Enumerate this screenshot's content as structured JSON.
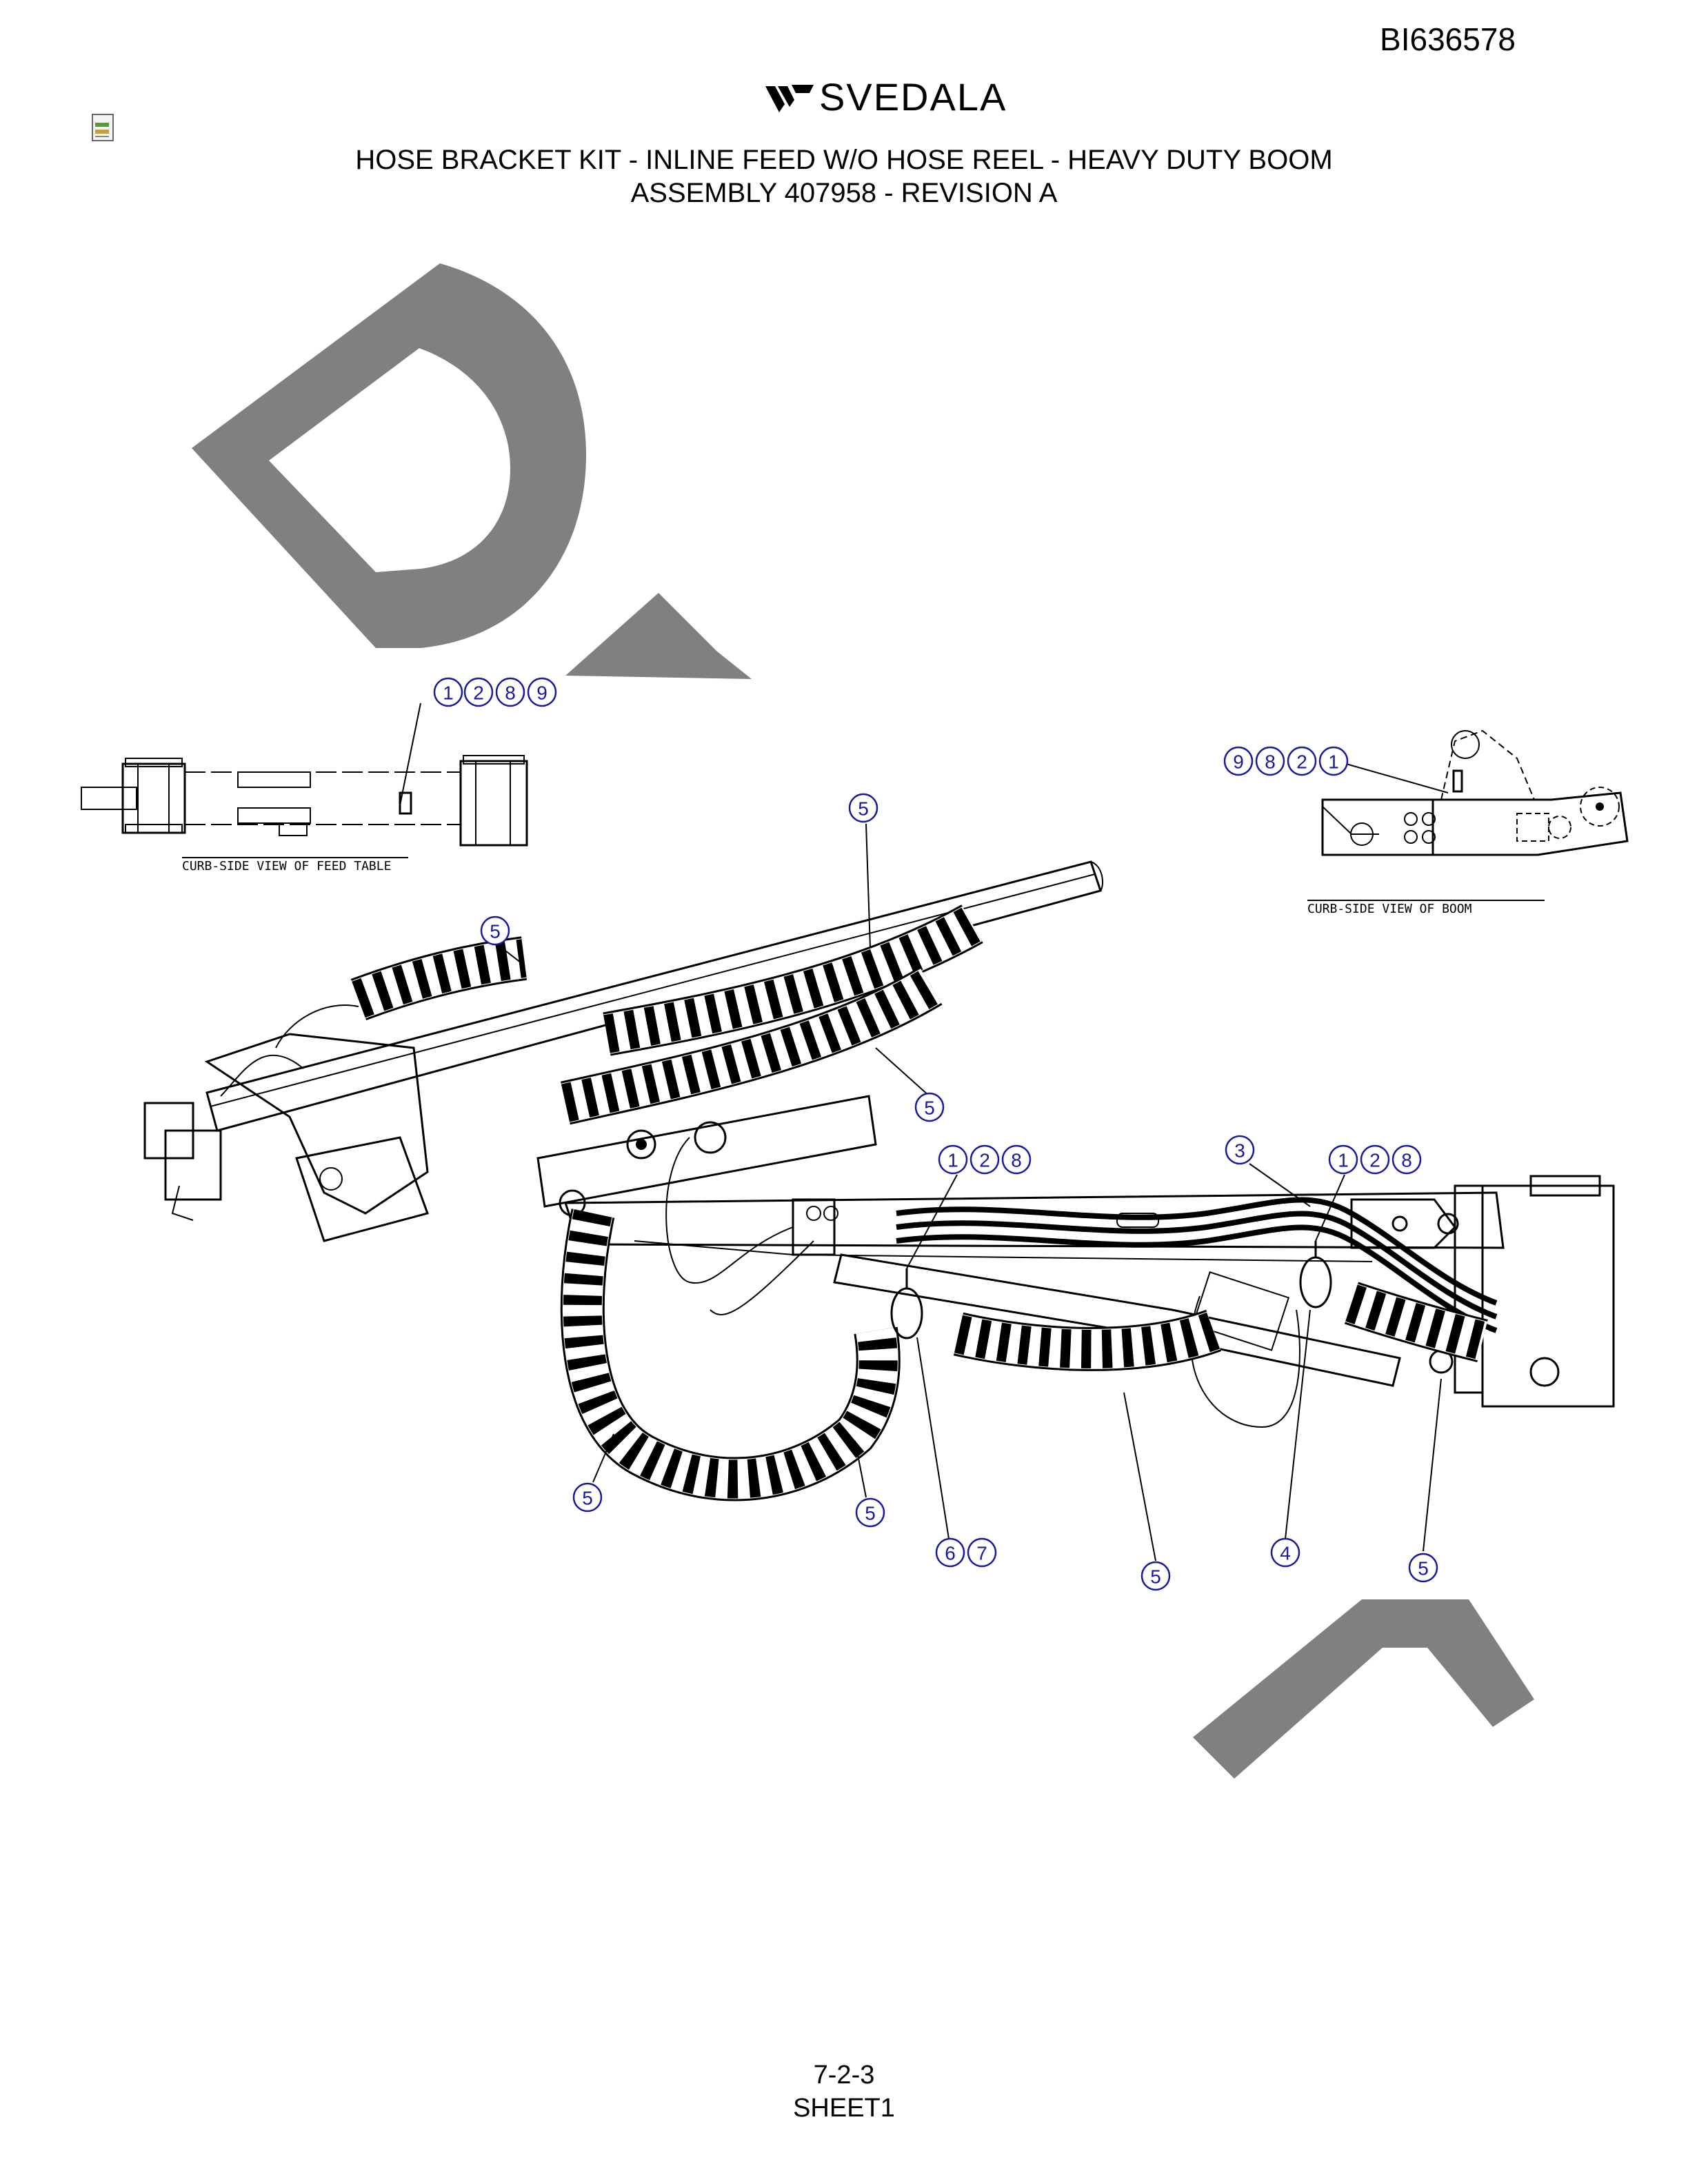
{
  "doc_id": "BI636578",
  "brand": "SVEDALA",
  "title_line1": "HOSE BRACKET KIT - INLINE FEED W/O HOSE REEL - HEAVY DUTY BOOM",
  "title_line2": "ASSEMBLY 407958 - REVISION A",
  "views": {
    "feed_table_label": "CURB-SIDE VIEW OF FEED TABLE",
    "boom_label": "CURB-SIDE VIEW OF BOOM"
  },
  "callouts": {
    "feed_table": [
      "1",
      "2",
      "8",
      "9"
    ],
    "boom_view": [
      "9",
      "8",
      "2",
      "1"
    ],
    "sleeve_top": "5",
    "sleeve_left_top": "5",
    "sleeve_mid": "5",
    "bracket_left": [
      "1",
      "2",
      "8"
    ],
    "hose_3": "3",
    "bracket_right": [
      "1",
      "2",
      "8"
    ],
    "sleeve_loop_left": "5",
    "sleeve_loop_right": "5",
    "clamp_67": [
      "6",
      "7"
    ],
    "sleeve_bottom": "5",
    "clamp_4": "4",
    "sleeve_end": "5"
  },
  "footer_line1": "7-2-3",
  "footer_line2": "SHEET1",
  "watermark_color": "#808080",
  "callout_color": "#1a1a9e"
}
